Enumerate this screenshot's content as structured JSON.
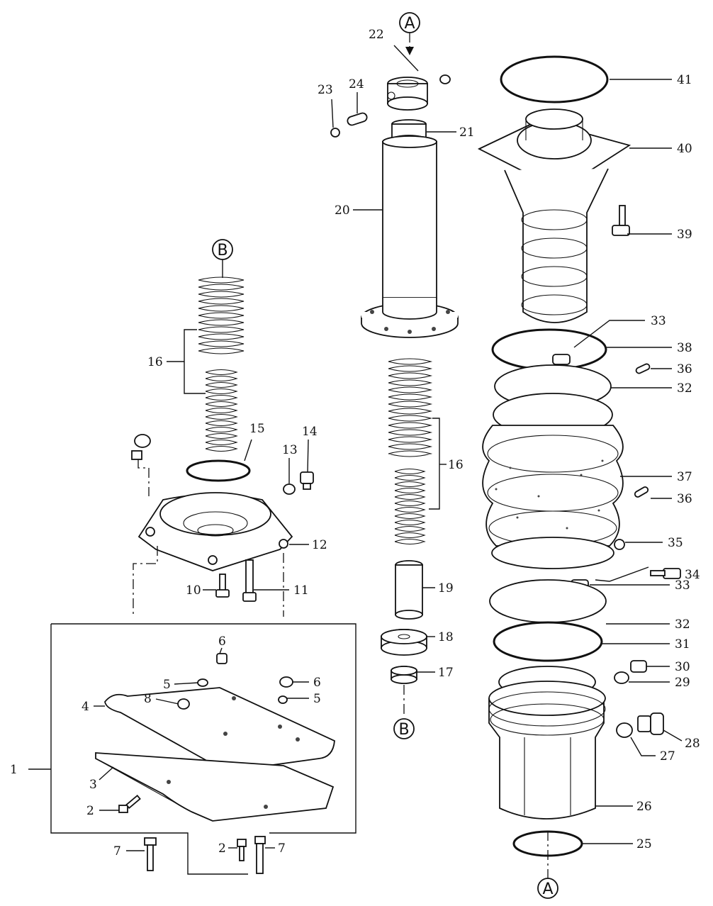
{
  "refs": {
    "top": "A",
    "bottom_center": "B",
    "top_left": "B",
    "bottom_right": "A"
  },
  "labels": [
    {
      "id": "41",
      "text": "41"
    },
    {
      "id": "40",
      "text": "40"
    },
    {
      "id": "39",
      "text": "39"
    },
    {
      "id": "38",
      "text": "38"
    },
    {
      "id": "33a",
      "text": "33"
    },
    {
      "id": "36a",
      "text": "36"
    },
    {
      "id": "32a",
      "text": "32"
    },
    {
      "id": "37",
      "text": "37"
    },
    {
      "id": "36b",
      "text": "36"
    },
    {
      "id": "35",
      "text": "35"
    },
    {
      "id": "34",
      "text": "34"
    },
    {
      "id": "33b",
      "text": "33"
    },
    {
      "id": "32b",
      "text": "32"
    },
    {
      "id": "31",
      "text": "31"
    },
    {
      "id": "30",
      "text": "30"
    },
    {
      "id": "29",
      "text": "29"
    },
    {
      "id": "28",
      "text": "28"
    },
    {
      "id": "27",
      "text": "27"
    },
    {
      "id": "26",
      "text": "26"
    },
    {
      "id": "25",
      "text": "25"
    },
    {
      "id": "22",
      "text": "22"
    },
    {
      "id": "23",
      "text": "23"
    },
    {
      "id": "24",
      "text": "24"
    },
    {
      "id": "21",
      "text": "21"
    },
    {
      "id": "20",
      "text": "20"
    },
    {
      "id": "16b",
      "text": "16"
    },
    {
      "id": "19",
      "text": "19"
    },
    {
      "id": "18",
      "text": "18"
    },
    {
      "id": "17",
      "text": "17"
    },
    {
      "id": "16a",
      "text": "16"
    },
    {
      "id": "15",
      "text": "15"
    },
    {
      "id": "14",
      "text": "14"
    },
    {
      "id": "13",
      "text": "13"
    },
    {
      "id": "12",
      "text": "12"
    },
    {
      "id": "10",
      "text": "10"
    },
    {
      "id": "11",
      "text": "11"
    },
    {
      "id": "6a",
      "text": "6"
    },
    {
      "id": "5a",
      "text": "5"
    },
    {
      "id": "8",
      "text": "8"
    },
    {
      "id": "4",
      "text": "4"
    },
    {
      "id": "6b",
      "text": "6"
    },
    {
      "id": "5b",
      "text": "5"
    },
    {
      "id": "1",
      "text": "1"
    },
    {
      "id": "3",
      "text": "3"
    },
    {
      "id": "2a",
      "text": "2"
    },
    {
      "id": "7a",
      "text": "7"
    },
    {
      "id": "2b",
      "text": "2"
    },
    {
      "id": "7b",
      "text": "7"
    }
  ]
}
